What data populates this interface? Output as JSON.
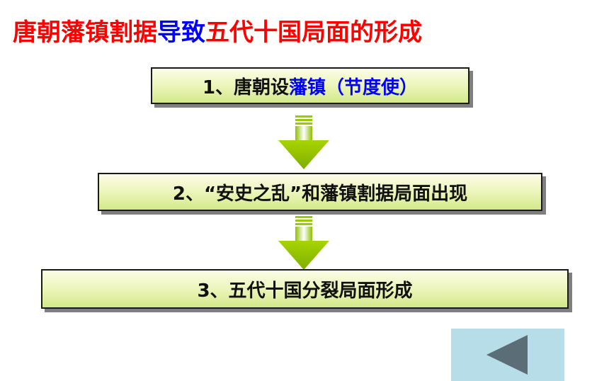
{
  "title": {
    "part1": "唐朝藩镇割据",
    "part2": "导致",
    "part3": "五代十国局面的形成",
    "colors": {
      "part1": "#ff0000",
      "part2": "#0000ff",
      "part3": "#ff0000"
    }
  },
  "steps": [
    {
      "prefix": "1、唐朝设",
      "highlight": "藩镇（节度使）",
      "highlight_color": "#0000ff"
    },
    {
      "text": "2、“安史之乱”和藩镇割据局面出现"
    },
    {
      "text": "3、五代十国分裂局面形成"
    }
  ],
  "arrows": [
    {
      "icon": "down-arrow-icon",
      "color": "#99cc00"
    },
    {
      "icon": "down-arrow-icon",
      "color": "#99cc00"
    }
  ],
  "back_button": {
    "icon": "left-triangle-icon",
    "bg": "#b7dde8",
    "color": "#5b6e78"
  }
}
